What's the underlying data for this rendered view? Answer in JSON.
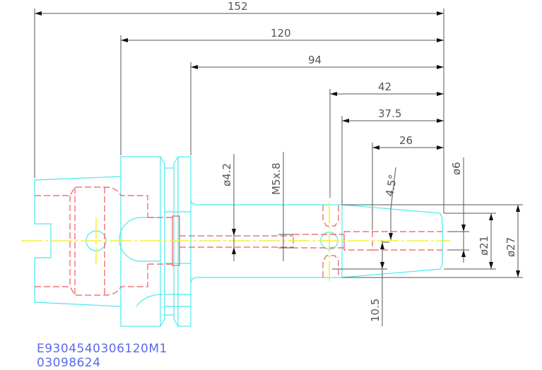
{
  "drawing": {
    "title": "Tool holder technical drawing",
    "dimensions": {
      "d152": "152",
      "d120": "120",
      "d94": "94",
      "d42": "42",
      "d37_5": "37.5",
      "d26": "26",
      "dia4_2": "ø4.2",
      "m5x8": "M5x.8",
      "angle4_5": "4.5°",
      "dia6": "ø6",
      "dia21": "ø21",
      "dia27": "ø27",
      "d10_5": "10.5"
    },
    "colors": {
      "outline": "#4de8f0",
      "hidden": "#ee5a5a",
      "center": "#f4ef3c",
      "dimension": "#555555",
      "code_text": "#5a6ae8"
    }
  },
  "footer": {
    "part_code": "E9304540306120M1",
    "serial": "03098624"
  }
}
